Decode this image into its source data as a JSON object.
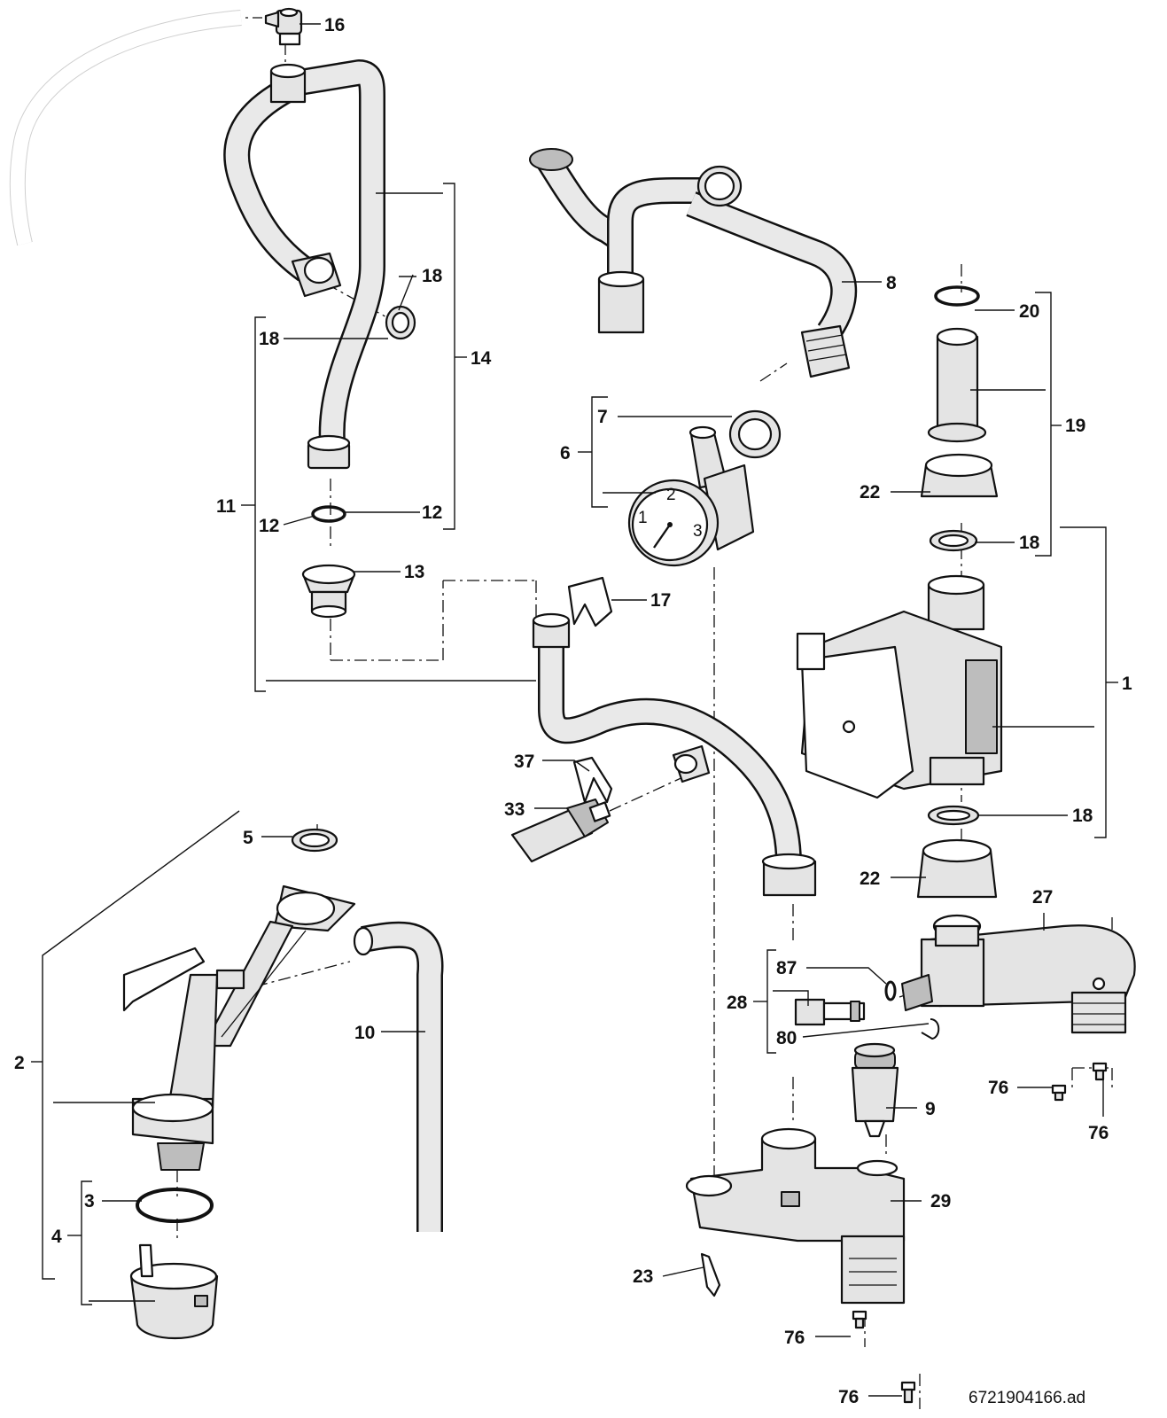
{
  "figure": {
    "reference_code": "6721904166.ad"
  },
  "callouts": [
    {
      "id": "c16",
      "number": "16"
    },
    {
      "id": "c18a",
      "number": "18"
    },
    {
      "id": "c18b",
      "number": "18"
    },
    {
      "id": "c14",
      "number": "14"
    },
    {
      "id": "c11",
      "number": "11"
    },
    {
      "id": "c12a",
      "number": "12"
    },
    {
      "id": "c12b",
      "number": "12"
    },
    {
      "id": "c13",
      "number": "13"
    },
    {
      "id": "c8",
      "number": "8"
    },
    {
      "id": "c7",
      "number": "7"
    },
    {
      "id": "c6",
      "number": "6"
    },
    {
      "id": "c17",
      "number": "17"
    },
    {
      "id": "c20",
      "number": "20"
    },
    {
      "id": "c19",
      "number": "19"
    },
    {
      "id": "c22a",
      "number": "22"
    },
    {
      "id": "c18c",
      "number": "18"
    },
    {
      "id": "c1",
      "number": "1"
    },
    {
      "id": "c18d",
      "number": "18"
    },
    {
      "id": "c22b",
      "number": "22"
    },
    {
      "id": "c37",
      "number": "37"
    },
    {
      "id": "c33",
      "number": "33"
    },
    {
      "id": "c5",
      "number": "5"
    },
    {
      "id": "c27",
      "number": "27"
    },
    {
      "id": "c87",
      "number": "87"
    },
    {
      "id": "c28",
      "number": "28"
    },
    {
      "id": "c80",
      "number": "80"
    },
    {
      "id": "c10",
      "number": "10"
    },
    {
      "id": "c2",
      "number": "2"
    },
    {
      "id": "c76a",
      "number": "76"
    },
    {
      "id": "c76b",
      "number": "76"
    },
    {
      "id": "c9",
      "number": "9"
    },
    {
      "id": "c3",
      "number": "3"
    },
    {
      "id": "c29",
      "number": "29"
    },
    {
      "id": "c4",
      "number": "4"
    },
    {
      "id": "c23",
      "number": "23"
    },
    {
      "id": "c76c",
      "number": "76"
    },
    {
      "id": "c76d",
      "number": "76"
    }
  ],
  "gauge_scale": [
    "1",
    "2",
    "3"
  ]
}
